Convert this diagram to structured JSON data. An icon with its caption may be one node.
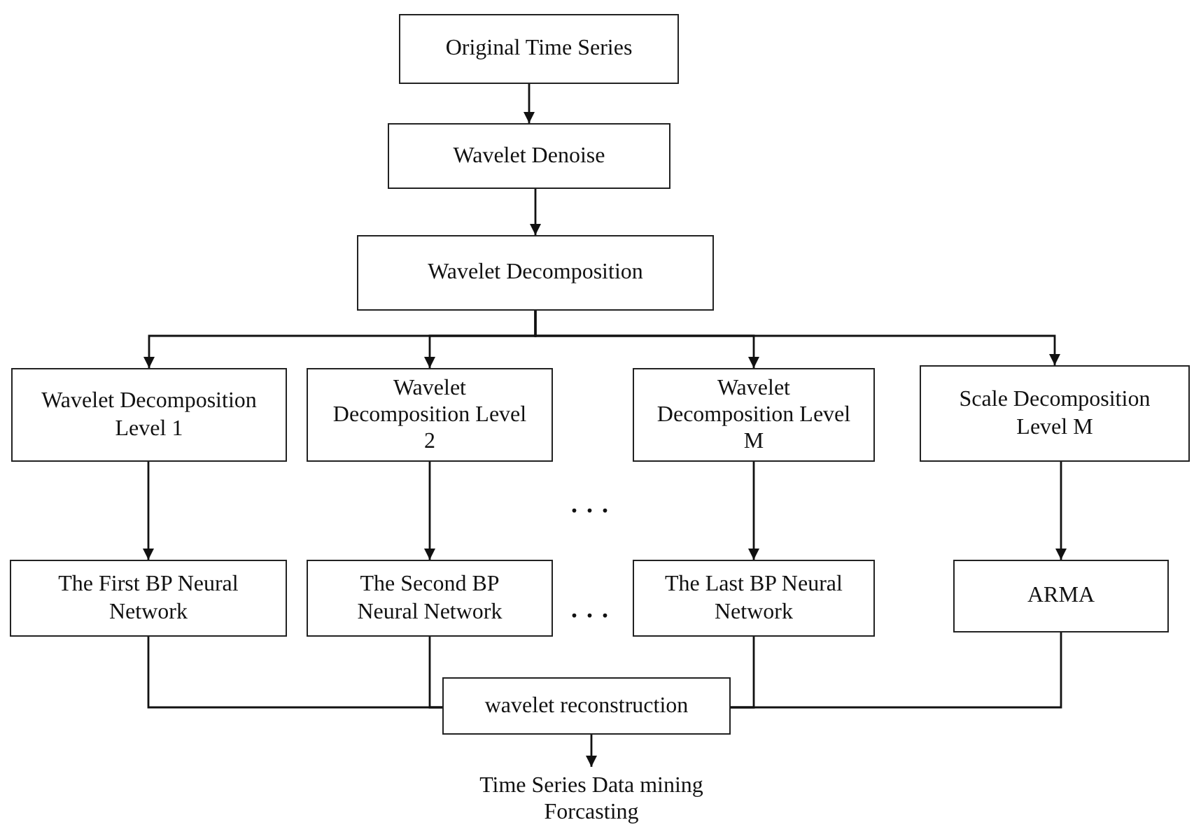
{
  "diagram": {
    "nodes": [
      {
        "text": [
          "Original Time Series"
        ]
      },
      {
        "text": [
          "Wavelet Denoise"
        ]
      },
      {
        "text": [
          "Wavelet Decomposition"
        ]
      },
      {
        "text": [
          "Wavelet Decomposition Level 1"
        ]
      },
      {
        "text": [
          "Wavelet Decomposition Level 2"
        ]
      },
      {
        "text": [
          "Wavelet Decomposition Level M"
        ]
      },
      {
        "text": [
          "Scale Decomposition Level M"
        ]
      },
      {
        "text": [
          "The First BP Neural Network"
        ]
      },
      {
        "text": [
          "The Second BP Neural Network"
        ]
      },
      {
        "text": [
          "The Last BP Neural Network"
        ]
      },
      {
        "text": [
          "ARMA"
        ]
      },
      {
        "text": [
          "wavelet reconstruction"
        ]
      },
      {
        "text": [
          "Time Series Data mining Forcasting"
        ]
      }
    ],
    "edges": [
      {
        "from": 0,
        "to": 1,
        "arrow": "to"
      },
      {
        "from": 1,
        "to": 2,
        "arrow": "to"
      },
      {
        "from": 2,
        "to": 3,
        "arrow": "to"
      },
      {
        "from": 2,
        "to": 4,
        "arrow": "to"
      },
      {
        "from": 2,
        "to": 5,
        "arrow": "to"
      },
      {
        "from": 2,
        "to": 6,
        "arrow": "to"
      },
      {
        "from": 3,
        "to": 7,
        "arrow": "to"
      },
      {
        "from": 4,
        "to": 8,
        "arrow": "to"
      },
      {
        "from": 5,
        "to": 9,
        "arrow": "to"
      },
      {
        "from": 6,
        "to": 10,
        "arrow": "to"
      },
      {
        "from": 7,
        "to": 11,
        "arrow": "none"
      },
      {
        "from": 8,
        "to": 11,
        "arrow": "none"
      },
      {
        "from": 9,
        "to": 11,
        "arrow": "none"
      },
      {
        "from": 10,
        "to": 11,
        "arrow": "none"
      },
      {
        "from": 11,
        "to": 12,
        "arrow": "to"
      }
    ],
    "labels": [
      ". . .",
      ". . ."
    ]
  }
}
